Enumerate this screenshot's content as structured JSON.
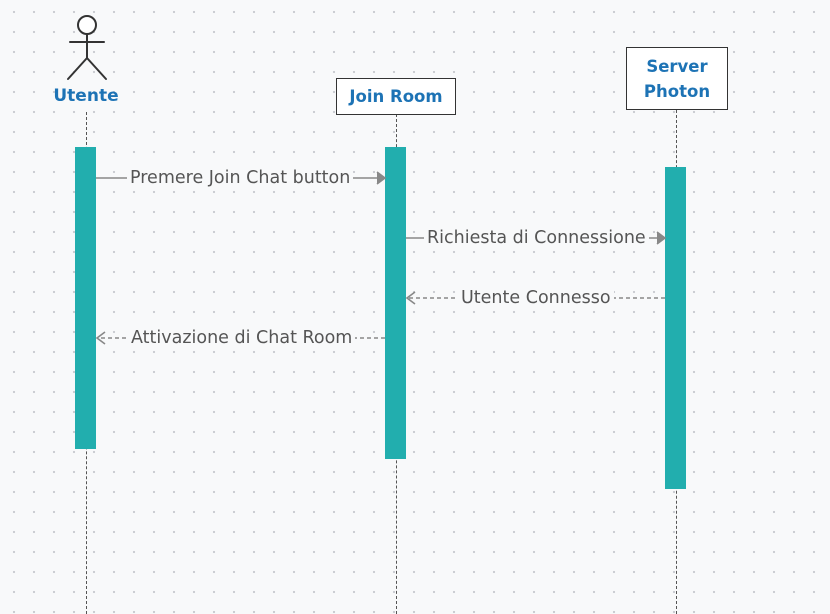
{
  "diagram": {
    "participants": [
      {
        "id": "utente",
        "label": "Utente",
        "kind": "actor"
      },
      {
        "id": "join-room",
        "label": "Join Room",
        "kind": "box"
      },
      {
        "id": "server-photon",
        "label": "Server\nPhoton",
        "kind": "box"
      }
    ],
    "messages": [
      {
        "from": "utente",
        "to": "join-room",
        "label": "Premere Join Chat button",
        "style": "solid"
      },
      {
        "from": "join-room",
        "to": "server-photon",
        "label": "Richiesta di Connessione",
        "style": "solid"
      },
      {
        "from": "server-photon",
        "to": "join-room",
        "label": "Utente Connesso",
        "style": "dashed"
      },
      {
        "from": "join-room",
        "to": "utente",
        "label": "Attivazione di Chat Room",
        "style": "dashed"
      }
    ],
    "colors": {
      "activation": "#22aeae",
      "participant_text": "#1d73b5",
      "arrow": "#888888",
      "lifeline": "#555555"
    }
  }
}
